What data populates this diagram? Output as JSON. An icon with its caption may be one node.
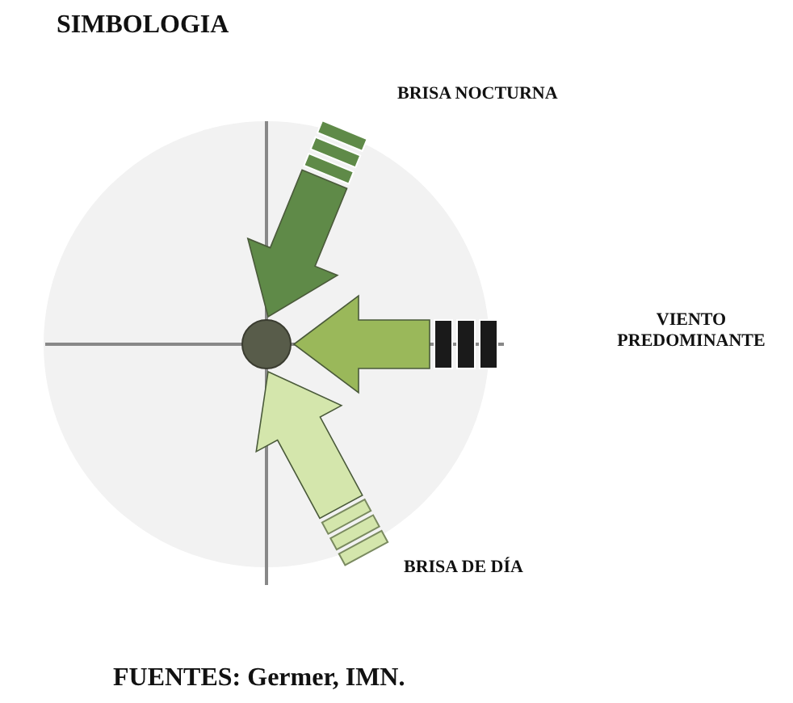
{
  "diagram": {
    "title": "SIMBOLOGIA",
    "caption": "FUENTES: Germer, IMN.",
    "labels": [
      "BRISA NOCTURNA",
      "VIENTO PREDOMINANTE",
      "BRISA DE DÍA"
    ]
  }
}
